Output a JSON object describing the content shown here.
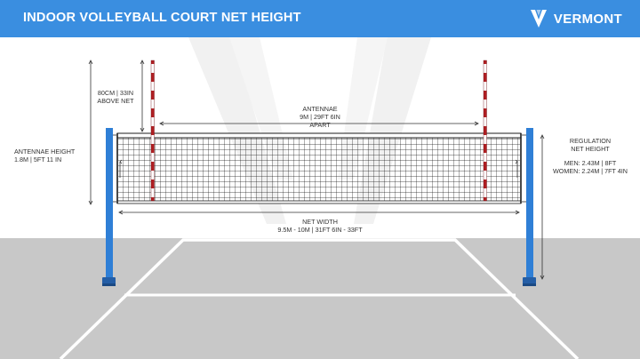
{
  "header": {
    "title": "INDOOR VOLLEYBALL COURT NET HEIGHT",
    "brand_name": "VERMONT",
    "brand_icon": "vermont-v-logo-icon"
  },
  "labels": {
    "above_net": [
      "80CM | 33IN",
      "ABOVE NET"
    ],
    "antennae_apart": [
      "ANTENNAE",
      "9M | 29FT 6IN",
      "APART"
    ],
    "antennae_height": [
      "ANTENNAE HEIGHT",
      "1.8M | 5FT 11 IN"
    ],
    "net_height": {
      "title": [
        "REGULATION",
        "NET HEIGHT"
      ],
      "men": "MEN: 2.43M | 8FT",
      "women": "WOMEN: 2.24M | 7FT 4IN"
    },
    "net_width": [
      "NET WIDTH",
      "9.5M - 10M | 31FT 6IN - 33FT"
    ]
  },
  "colors": {
    "header_blue": "#3a8ee0",
    "post_blue": "#2f7fd6",
    "antenna_red": "#b01e22",
    "floor_gray": "#c8c8c8",
    "court_line": "#ffffff"
  }
}
